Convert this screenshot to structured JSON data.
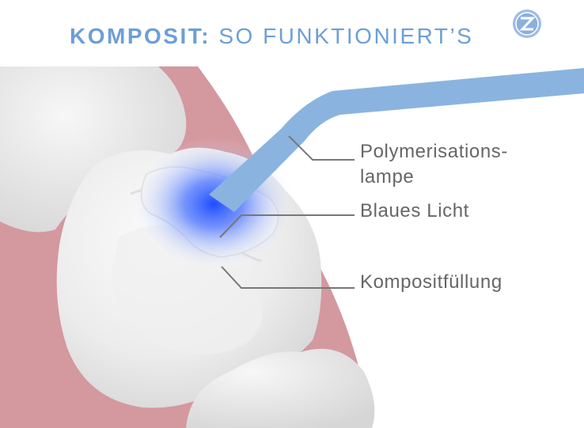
{
  "header": {
    "title_bold": "KOMPOSIT:",
    "title_rest": " SO FUNKTIONIERT’S",
    "logo_icon": "tooth-logo-icon"
  },
  "labels": {
    "lamp_line1": "Polymerisations-",
    "lamp_line2": "lampe",
    "light": "Blaues Licht",
    "filling": "Kompositfüllung"
  },
  "colors": {
    "title": "#6d9fd6",
    "lamp": "#8ab4df",
    "gum": "#d4989f",
    "tooth": "#e6e6e6",
    "light_glow": "#2050ff",
    "label_text": "#666666",
    "leader_line": "#777777"
  }
}
